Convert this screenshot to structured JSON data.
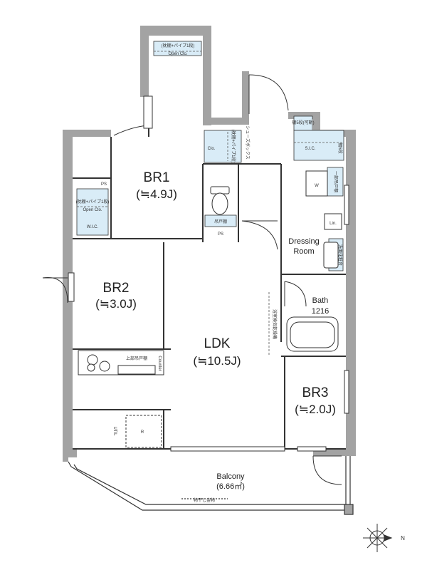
{
  "colors": {
    "wall": "#a3a3a3",
    "storage": "#d9ecf7",
    "line": "#333333"
  },
  "rooms": {
    "br1": {
      "name": "BR1",
      "area": "(≒4.9J)"
    },
    "br2": {
      "name": "BR2",
      "area": "(≒3.0J)"
    },
    "br3": {
      "name": "BR3",
      "area": "(≒2.0J)"
    },
    "ldk": {
      "name": "LDK",
      "area": "(≒10.5J)"
    },
    "dressing": {
      "line1": "Dressing",
      "line2": "Room"
    },
    "bath": {
      "line1": "Bath",
      "line2": "1216"
    },
    "balcony": {
      "line1": "Balcony",
      "line2": "(6.66㎡)"
    }
  },
  "labels": {
    "open_clo_top_1": "(枕棚+パイプ1段)",
    "open_clo_top_2": "Open Clo.",
    "clo": "Clo.",
    "clo_shelf": "(枕棚+パイプ1段)",
    "sic": "S.I.C.",
    "sic_shelf_top": "棚5段(可動)",
    "sic_shelf_side": "棚5段",
    "shoe_cabinet": "シューズボックス",
    "ps_top": "PS",
    "wic_1": "(枕棚+パイプ1段)",
    "wic_2": "Open Clo.",
    "wic": "W.I.C.",
    "toilet_shelf": "吊戸棚",
    "ps_toilet": "PS",
    "washer": "W",
    "dressing_shelf": "一部吊戸棚",
    "linen": "Lin.",
    "vanity": "洗面化粧台",
    "bath_note": "浴室換気乾燥機",
    "counter_top": "上部吊戸棚",
    "counter": "Counter",
    "refrigerator": "R",
    "utility": "UTIL",
    "drying_pole": "物干し金物",
    "compass_n": "N"
  }
}
